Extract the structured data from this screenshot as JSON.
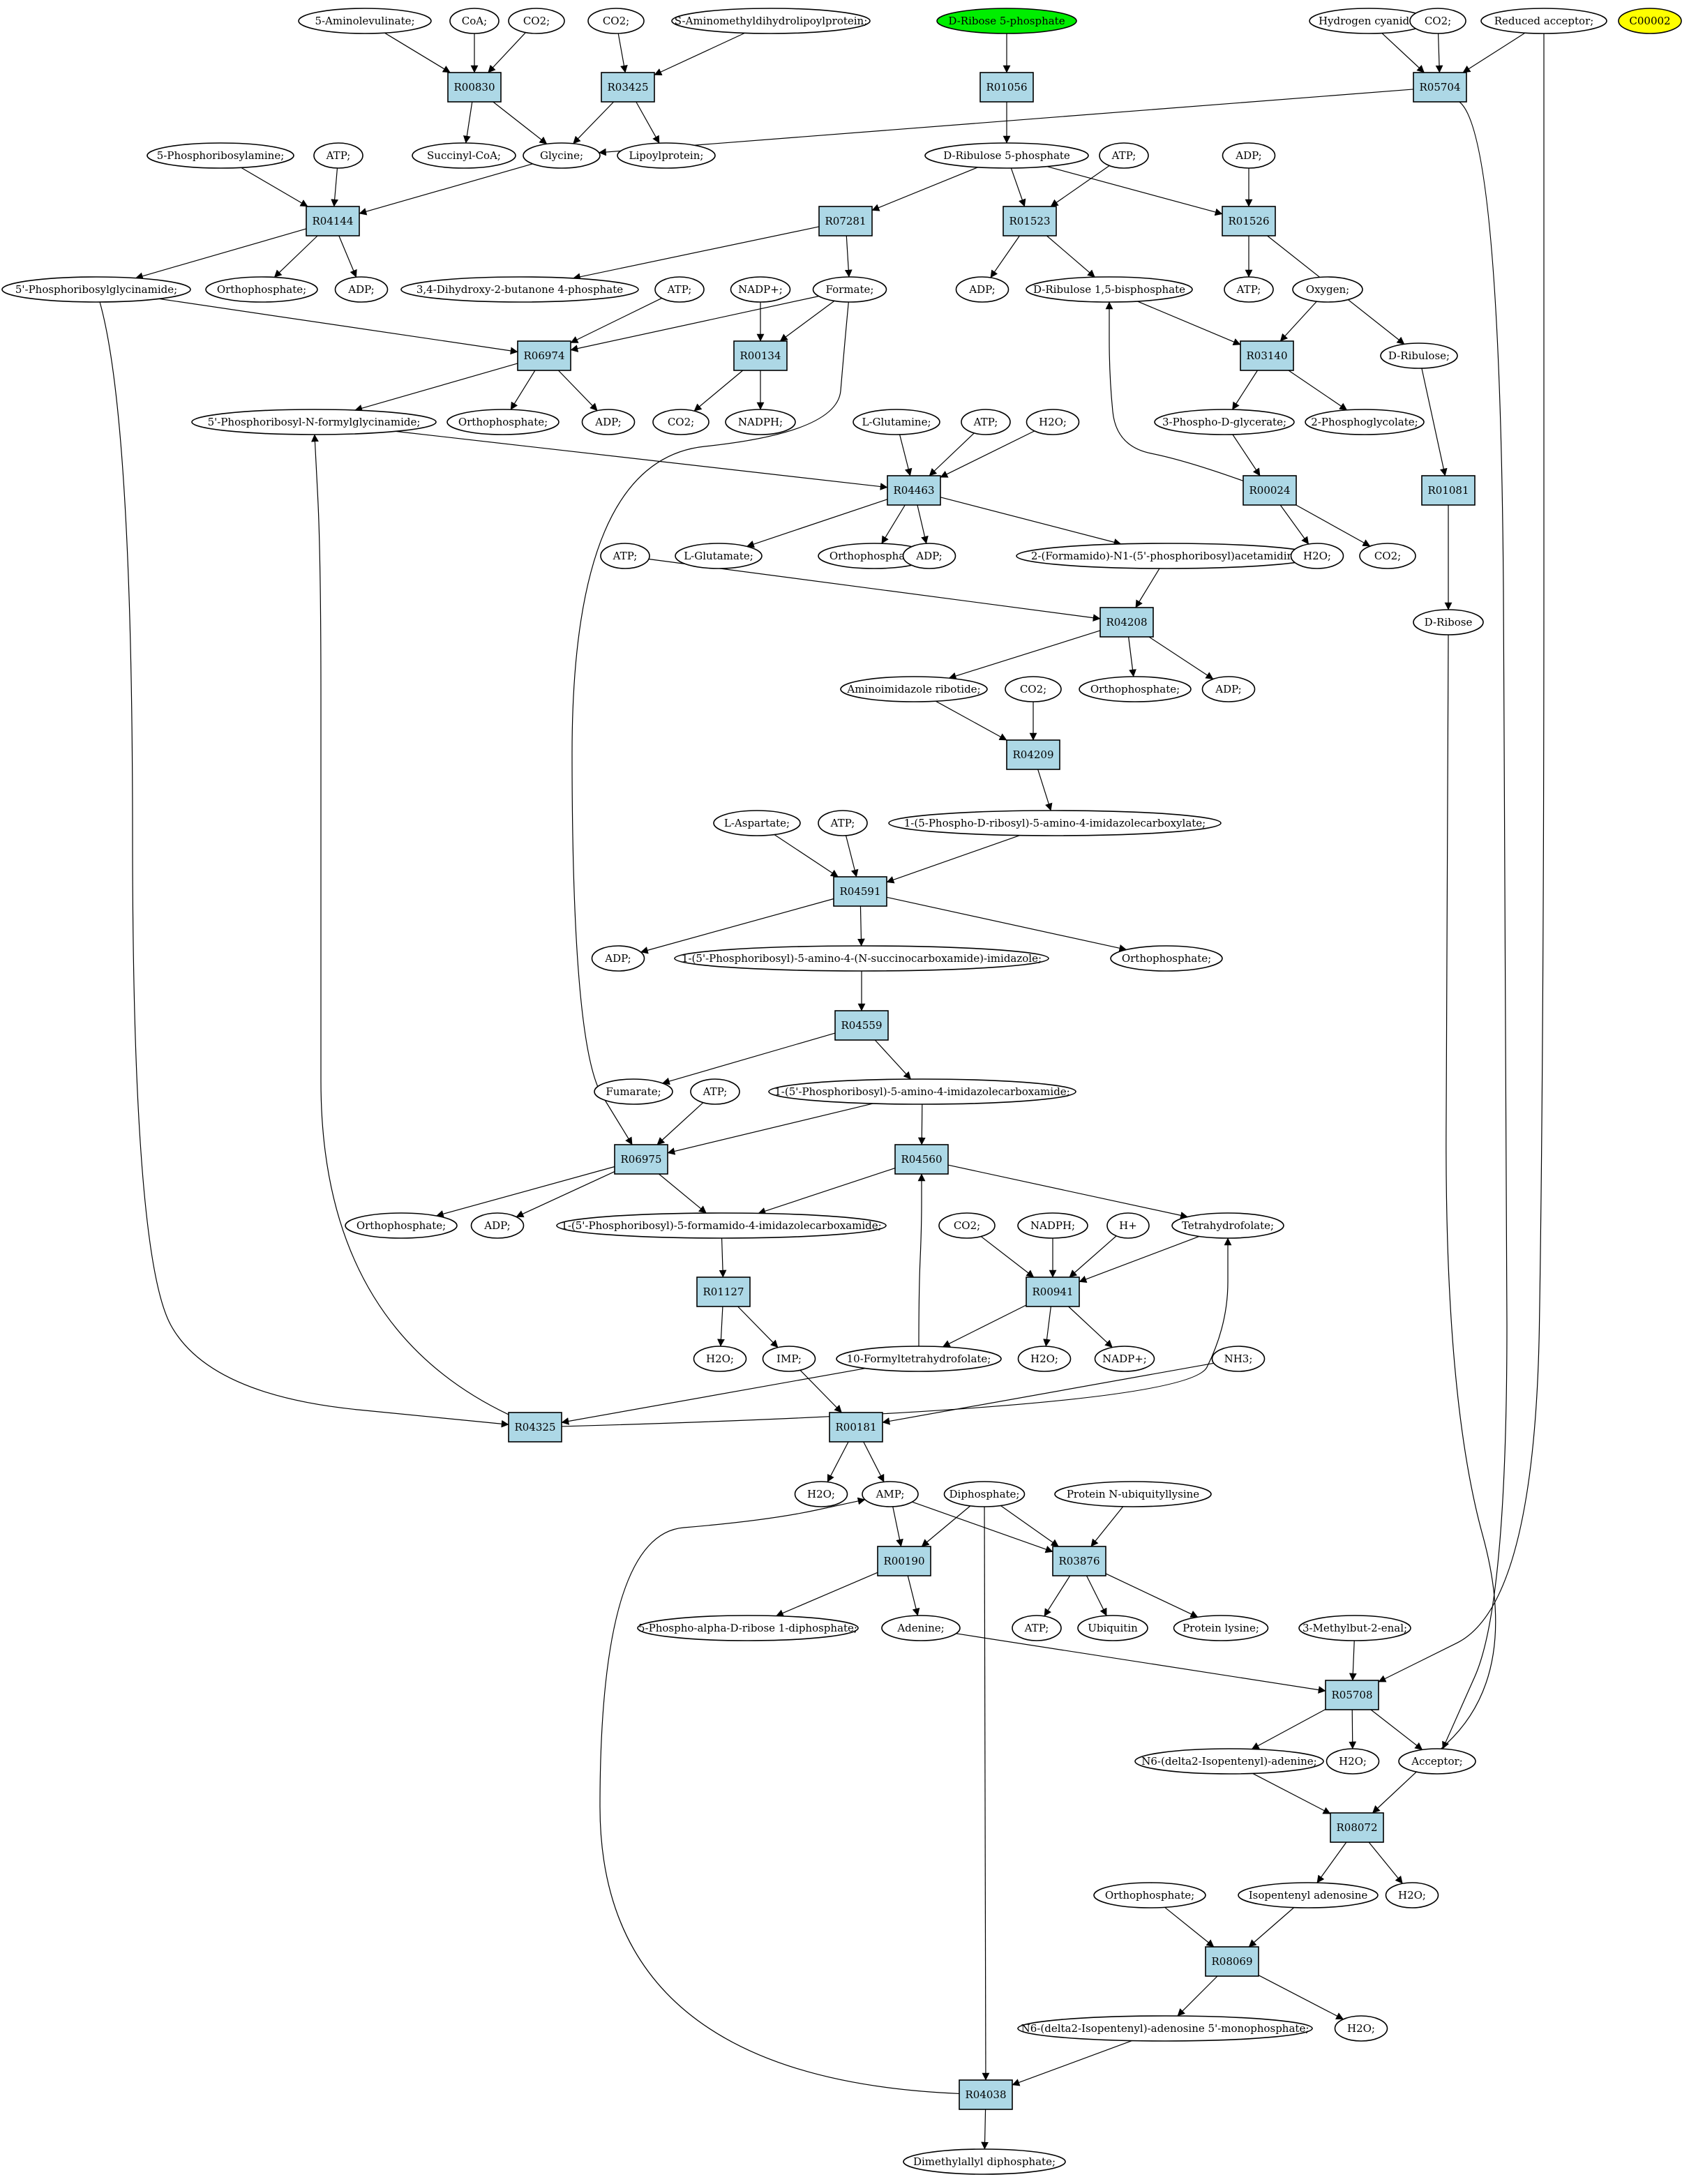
{
  "nodes": {
    "n_5_aminolevulinate": {
      "label": "5-Aminolevulinate;",
      "kind": "metabolite"
    },
    "n_coa": {
      "label": "CoA;",
      "kind": "metabolite"
    },
    "n_co2_a": {
      "label": "CO2;",
      "kind": "metabolite"
    },
    "n_co2_b": {
      "label": "CO2;",
      "kind": "metabolite"
    },
    "n_s_aminomethyl": {
      "label": "S-Aminomethyldihydrolipoylprotein;",
      "kind": "metabolite"
    },
    "n_d_ribose_5p": {
      "label": "D-Ribose 5-phosphate",
      "kind": "metabolite",
      "fill": "#00ee00"
    },
    "n_hcn": {
      "label": "Hydrogen cyanide;",
      "kind": "metabolite"
    },
    "n_co2_c": {
      "label": "CO2;",
      "kind": "metabolite"
    },
    "n_reduced_acceptor": {
      "label": "Reduced acceptor;",
      "kind": "metabolite"
    },
    "n_c00002": {
      "label": "C00002",
      "kind": "metabolite",
      "fill": "#ffff00"
    },
    "R00830": {
      "label": "R00830",
      "kind": "reaction"
    },
    "R03425": {
      "label": "R03425",
      "kind": "reaction"
    },
    "R01056": {
      "label": "R01056",
      "kind": "reaction"
    },
    "R05704": {
      "label": "R05704",
      "kind": "reaction"
    },
    "n_5_phosphoribosylamine": {
      "label": "5-Phosphoribosylamine;",
      "kind": "metabolite"
    },
    "n_atp_1": {
      "label": "ATP;",
      "kind": "metabolite"
    },
    "n_succinyl_coa": {
      "label": "Succinyl-CoA;",
      "kind": "metabolite"
    },
    "n_glycine": {
      "label": "Glycine;",
      "kind": "metabolite"
    },
    "n_lipoylprotein": {
      "label": "Lipoylprotein;",
      "kind": "metabolite"
    },
    "n_d_ribulose_5p": {
      "label": "D-Ribulose 5-phosphate",
      "kind": "metabolite"
    },
    "n_atp_2": {
      "label": "ATP;",
      "kind": "metabolite"
    },
    "n_adp_1": {
      "label": "ADP;",
      "kind": "metabolite"
    },
    "R04144": {
      "label": "R04144",
      "kind": "reaction"
    },
    "R07281": {
      "label": "R07281",
      "kind": "reaction"
    },
    "R01523": {
      "label": "R01523",
      "kind": "reaction"
    },
    "R01526": {
      "label": "R01526",
      "kind": "reaction"
    },
    "n_5p_glycinamide": {
      "label": "5'-Phosphoribosylglycinamide;",
      "kind": "metabolite"
    },
    "n_orthophosphate_1": {
      "label": "Orthophosphate;",
      "kind": "metabolite"
    },
    "n_adp_2": {
      "label": "ADP;",
      "kind": "metabolite"
    },
    "n_dhbp": {
      "label": "3,4-Dihydroxy-2-butanone 4-phosphate",
      "kind": "metabolite"
    },
    "n_atp_3": {
      "label": "ATP;",
      "kind": "metabolite"
    },
    "n_nadp_1": {
      "label": "NADP+;",
      "kind": "metabolite"
    },
    "n_formate": {
      "label": "Formate;",
      "kind": "metabolite"
    },
    "n_adp_3": {
      "label": "ADP;",
      "kind": "metabolite"
    },
    "n_d_ribulose_15bp": {
      "label": "D-Ribulose 1,5-bisphosphate",
      "kind": "metabolite"
    },
    "n_oxygen": {
      "label": "Oxygen;",
      "kind": "metabolite"
    },
    "n_atp_4": {
      "label": "ATP;",
      "kind": "metabolite"
    },
    "R06974": {
      "label": "R06974",
      "kind": "reaction"
    },
    "R00134": {
      "label": "R00134",
      "kind": "reaction"
    },
    "R03140": {
      "label": "R03140",
      "kind": "reaction"
    },
    "n_d_ribulose": {
      "label": "D-Ribulose;",
      "kind": "metabolite"
    },
    "n_fgar": {
      "label": "5'-Phosphoribosyl-N-formylglycinamide;",
      "kind": "metabolite"
    },
    "n_orthophosphate_2": {
      "label": "Orthophosphate;",
      "kind": "metabolite"
    },
    "n_adp_4": {
      "label": "ADP;",
      "kind": "metabolite"
    },
    "n_co2_d": {
      "label": "CO2;",
      "kind": "metabolite"
    },
    "n_nadph_1": {
      "label": "NADPH;",
      "kind": "metabolite"
    },
    "n_3pg": {
      "label": "3-Phospho-D-glycerate;",
      "kind": "metabolite"
    },
    "n_2pglycolate": {
      "label": "2-Phosphoglycolate;",
      "kind": "metabolite"
    },
    "n_l_glutamine": {
      "label": "L-Glutamine;",
      "kind": "metabolite"
    },
    "n_atp_5": {
      "label": "ATP;",
      "kind": "metabolite"
    },
    "n_h2o_1": {
      "label": "H2O;",
      "kind": "metabolite"
    },
    "R04463": {
      "label": "R04463",
      "kind": "reaction"
    },
    "R00024": {
      "label": "R00024",
      "kind": "reaction"
    },
    "R01081": {
      "label": "R01081",
      "kind": "reaction"
    },
    "n_atp_6": {
      "label": "ATP;",
      "kind": "metabolite"
    },
    "n_l_glutamate": {
      "label": "L-Glutamate;",
      "kind": "metabolite"
    },
    "n_orthophosphate_3": {
      "label": "Orthophosphate;",
      "kind": "metabolite"
    },
    "n_adp_5": {
      "label": "ADP;",
      "kind": "metabolite"
    },
    "n_fgam": {
      "label": "2-(Formamido)-N1-(5'-phosphoribosyl)acetamidine;",
      "kind": "metabolite"
    },
    "n_h2o_2": {
      "label": "H2O;",
      "kind": "metabolite"
    },
    "n_co2_e": {
      "label": "CO2;",
      "kind": "metabolite"
    },
    "n_d_ribose": {
      "label": "D-Ribose",
      "kind": "metabolite"
    },
    "R04208": {
      "label": "R04208",
      "kind": "reaction"
    },
    "n_air": {
      "label": "Aminoimidazole ribotide;",
      "kind": "metabolite"
    },
    "n_co2_f": {
      "label": "CO2;",
      "kind": "metabolite"
    },
    "n_orthophosphate_4": {
      "label": "Orthophosphate;",
      "kind": "metabolite"
    },
    "n_adp_6": {
      "label": "ADP;",
      "kind": "metabolite"
    },
    "R04209": {
      "label": "R04209",
      "kind": "reaction"
    },
    "n_cair": {
      "label": "1-(5-Phospho-D-ribosyl)-5-amino-4-imidazolecarboxylate;",
      "kind": "metabolite"
    },
    "n_l_aspartate": {
      "label": "L-Aspartate;",
      "kind": "metabolite"
    },
    "n_atp_7": {
      "label": "ATP;",
      "kind": "metabolite"
    },
    "R04591": {
      "label": "R04591",
      "kind": "reaction"
    },
    "n_adp_7": {
      "label": "ADP;",
      "kind": "metabolite"
    },
    "n_saicar": {
      "label": "1-(5'-Phosphoribosyl)-5-amino-4-(N-succinocarboxamide)-imidazole;",
      "kind": "metabolite"
    },
    "n_orthophosphate_5": {
      "label": "Orthophosphate;",
      "kind": "metabolite"
    },
    "R04559": {
      "label": "R04559",
      "kind": "reaction"
    },
    "n_fumarate": {
      "label": "Fumarate;",
      "kind": "metabolite"
    },
    "n_atp_8": {
      "label": "ATP;",
      "kind": "metabolite"
    },
    "n_aicar": {
      "label": "1-(5'-Phosphoribosyl)-5-amino-4-imidazolecarboxamide;",
      "kind": "metabolite"
    },
    "R06975": {
      "label": "R06975",
      "kind": "reaction"
    },
    "R04560": {
      "label": "R04560",
      "kind": "reaction"
    },
    "n_orthophosphate_6": {
      "label": "Orthophosphate;",
      "kind": "metabolite"
    },
    "n_adp_8": {
      "label": "ADP;",
      "kind": "metabolite"
    },
    "n_faicar": {
      "label": "1-(5'-Phosphoribosyl)-5-formamido-4-imidazolecarboxamide;",
      "kind": "metabolite"
    },
    "n_thf": {
      "label": "Tetrahydrofolate;",
      "kind": "metabolite"
    },
    "n_co2_g": {
      "label": "CO2;",
      "kind": "metabolite"
    },
    "n_nadph_2": {
      "label": "NADPH;",
      "kind": "metabolite"
    },
    "n_hplus": {
      "label": "H+",
      "kind": "metabolite"
    },
    "R01127": {
      "label": "R01127",
      "kind": "reaction"
    },
    "R00941": {
      "label": "R00941",
      "kind": "reaction"
    },
    "n_h2o_3": {
      "label": "H2O;",
      "kind": "metabolite"
    },
    "n_imp": {
      "label": "IMP;",
      "kind": "metabolite"
    },
    "n_10_formyl_thf": {
      "label": "10-Formyltetrahydrofolate;",
      "kind": "metabolite"
    },
    "n_h2o_4": {
      "label": "H2O;",
      "kind": "metabolite"
    },
    "n_nadp_2": {
      "label": "NADP+;",
      "kind": "metabolite"
    },
    "n_nh3": {
      "label": "NH3;",
      "kind": "metabolite"
    },
    "R04325": {
      "label": "R04325",
      "kind": "reaction"
    },
    "R00181": {
      "label": "R00181",
      "kind": "reaction"
    },
    "n_h2o_5": {
      "label": "H2O;",
      "kind": "metabolite"
    },
    "n_amp": {
      "label": "AMP;",
      "kind": "metabolite"
    },
    "n_diphosphate": {
      "label": "Diphosphate;",
      "kind": "metabolite"
    },
    "n_protein_ub_lys": {
      "label": "Protein N-ubiquityllysine",
      "kind": "metabolite"
    },
    "R00190": {
      "label": "R00190",
      "kind": "reaction"
    },
    "R03876": {
      "label": "R03876",
      "kind": "reaction"
    },
    "n_prpp": {
      "label": "5-Phospho-alpha-D-ribose 1-diphosphate;",
      "kind": "metabolite"
    },
    "n_adenine": {
      "label": "Adenine;",
      "kind": "metabolite"
    },
    "n_atp_9": {
      "label": "ATP;",
      "kind": "metabolite"
    },
    "n_ubiquitin": {
      "label": "Ubiquitin",
      "kind": "metabolite"
    },
    "n_protein_lysine": {
      "label": "Protein lysine;",
      "kind": "metabolite"
    },
    "n_3_methylbut_2_enal": {
      "label": "3-Methylbut-2-enal;",
      "kind": "metabolite"
    },
    "R05708": {
      "label": "R05708",
      "kind": "reaction"
    },
    "n_n6_isopentenyl_adenine": {
      "label": "N6-(delta2-Isopentenyl)-adenine;",
      "kind": "metabolite"
    },
    "n_h2o_6": {
      "label": "H2O;",
      "kind": "metabolite"
    },
    "n_acceptor": {
      "label": "Acceptor;",
      "kind": "metabolite"
    },
    "R08072": {
      "label": "R08072",
      "kind": "reaction"
    },
    "n_orthophosphate_7": {
      "label": "Orthophosphate;",
      "kind": "metabolite"
    },
    "n_isopentenyl_adenosine": {
      "label": "Isopentenyl adenosine",
      "kind": "metabolite"
    },
    "n_h2o_7": {
      "label": "H2O;",
      "kind": "metabolite"
    },
    "R08069": {
      "label": "R08069",
      "kind": "reaction"
    },
    "n_ipamp": {
      "label": "N6-(delta2-Isopentenyl)-adenosine 5'-monophosphate;",
      "kind": "metabolite"
    },
    "n_h2o_8": {
      "label": "H2O;",
      "kind": "metabolite"
    },
    "R04038": {
      "label": "R04038",
      "kind": "reaction"
    },
    "n_dmapp": {
      "label": "Dimethylallyl diphosphate;",
      "kind": "metabolite"
    }
  },
  "edges": [
    [
      "n_5_aminolevulinate",
      "R00830"
    ],
    [
      "n_coa",
      "R00830"
    ],
    [
      "n_co2_a",
      "R00830"
    ],
    [
      "R00830",
      "n_succinyl_coa"
    ],
    [
      "R00830",
      "n_glycine"
    ],
    [
      "n_co2_b",
      "R03425"
    ],
    [
      "n_s_aminomethyl",
      "R03425"
    ],
    [
      "R03425",
      "n_glycine"
    ],
    [
      "R03425",
      "n_lipoylprotein"
    ],
    [
      "n_d_ribose_5p",
      "R01056"
    ],
    [
      "R01056",
      "n_d_ribulose_5p"
    ],
    [
      "n_hcn",
      "R05704"
    ],
    [
      "n_co2_c",
      "R05704"
    ],
    [
      "n_reduced_acceptor",
      "R05704"
    ],
    [
      "R05704",
      "n_glycine"
    ],
    [
      "R05704",
      "n_acceptor"
    ],
    [
      "n_reduced_acceptor",
      "R05708"
    ],
    [
      "n_5_phosphoribosylamine",
      "R04144"
    ],
    [
      "n_atp_1",
      "R04144"
    ],
    [
      "n_glycine",
      "R04144"
    ],
    [
      "R04144",
      "n_5p_glycinamide"
    ],
    [
      "R04144",
      "n_orthophosphate_1"
    ],
    [
      "R04144",
      "n_adp_2"
    ],
    [
      "n_d_ribulose_5p",
      "R07281"
    ],
    [
      "n_d_ribulose_5p",
      "R01523"
    ],
    [
      "n_d_ribulose_5p",
      "R01526"
    ],
    [
      "n_atp_2",
      "R01523"
    ],
    [
      "n_adp_1",
      "R01526"
    ],
    [
      "R07281",
      "n_dhbp"
    ],
    [
      "R07281",
      "n_formate"
    ],
    [
      "R01523",
      "n_adp_3"
    ],
    [
      "R01523",
      "n_d_ribulose_15bp"
    ],
    [
      "R01526",
      "n_atp_4"
    ],
    [
      "R01526",
      "n_d_ribulose"
    ],
    [
      "n_5p_glycinamide",
      "R06974"
    ],
    [
      "n_atp_3",
      "R06974"
    ],
    [
      "n_formate",
      "R06974"
    ],
    [
      "n_nadp_1",
      "R00134"
    ],
    [
      "n_formate",
      "R00134"
    ],
    [
      "R06974",
      "n_fgar"
    ],
    [
      "R06974",
      "n_orthophosphate_2"
    ],
    [
      "R06974",
      "n_adp_4"
    ],
    [
      "R00134",
      "n_co2_d"
    ],
    [
      "R00134",
      "n_nadph_1"
    ],
    [
      "n_d_ribulose_15bp",
      "R03140"
    ],
    [
      "n_oxygen",
      "R03140"
    ],
    [
      "R03140",
      "n_3pg"
    ],
    [
      "R03140",
      "n_2pglycolate"
    ],
    [
      "n_3pg",
      "R00024"
    ],
    [
      "R00024",
      "n_d_ribulose_15bp"
    ],
    [
      "R00024",
      "n_h2o_2"
    ],
    [
      "R00024",
      "n_co2_e"
    ],
    [
      "n_d_ribulose",
      "R01081"
    ],
    [
      "R01081",
      "n_d_ribose"
    ],
    [
      "n_fgar",
      "R04463"
    ],
    [
      "n_l_glutamine",
      "R04463"
    ],
    [
      "n_atp_5",
      "R04463"
    ],
    [
      "n_h2o_1",
      "R04463"
    ],
    [
      "R04463",
      "n_l_glutamate"
    ],
    [
      "R04463",
      "n_orthophosphate_3"
    ],
    [
      "R04463",
      "n_adp_5"
    ],
    [
      "R04463",
      "n_fgam"
    ],
    [
      "n_atp_6",
      "R04208"
    ],
    [
      "n_fgam",
      "R04208"
    ],
    [
      "R04208",
      "n_air"
    ],
    [
      "R04208",
      "n_orthophosphate_4"
    ],
    [
      "R04208",
      "n_adp_6"
    ],
    [
      "n_air",
      "R04209"
    ],
    [
      "n_co2_f",
      "R04209"
    ],
    [
      "R04209",
      "n_cair"
    ],
    [
      "n_l_aspartate",
      "R04591"
    ],
    [
      "n_atp_7",
      "R04591"
    ],
    [
      "n_cair",
      "R04591"
    ],
    [
      "R04591",
      "n_adp_7"
    ],
    [
      "R04591",
      "n_saicar"
    ],
    [
      "R04591",
      "n_orthophosphate_5"
    ],
    [
      "n_saicar",
      "R04559"
    ],
    [
      "R04559",
      "n_fumarate"
    ],
    [
      "R04559",
      "n_aicar"
    ],
    [
      "n_atp_8",
      "R06975"
    ],
    [
      "n_aicar",
      "R06975"
    ],
    [
      "n_formate",
      "R06975"
    ],
    [
      "R06975",
      "n_orthophosphate_6"
    ],
    [
      "R06975",
      "n_adp_8"
    ],
    [
      "R06975",
      "n_faicar"
    ],
    [
      "n_aicar",
      "R04560"
    ],
    [
      "n_10_formyl_thf",
      "R04560"
    ],
    [
      "R04560",
      "n_faicar"
    ],
    [
      "R04560",
      "n_thf"
    ],
    [
      "n_co2_g",
      "R00941"
    ],
    [
      "n_nadph_2",
      "R00941"
    ],
    [
      "n_hplus",
      "R00941"
    ],
    [
      "n_thf",
      "R00941"
    ],
    [
      "R00941",
      "n_10_formyl_thf"
    ],
    [
      "R00941",
      "n_h2o_4"
    ],
    [
      "R00941",
      "n_nadp_2"
    ],
    [
      "n_faicar",
      "R01127"
    ],
    [
      "R01127",
      "n_h2o_3"
    ],
    [
      "R01127",
      "n_imp"
    ],
    [
      "n_5p_glycinamide",
      "R04325"
    ],
    [
      "n_10_formyl_thf",
      "R04325"
    ],
    [
      "R04325",
      "n_fgar"
    ],
    [
      "R04325",
      "n_thf"
    ],
    [
      "n_imp",
      "R00181"
    ],
    [
      "n_nh3",
      "R00181"
    ],
    [
      "R00181",
      "n_h2o_5"
    ],
    [
      "R00181",
      "n_amp"
    ],
    [
      "n_amp",
      "R00190"
    ],
    [
      "n_diphosphate",
      "R00190"
    ],
    [
      "R00190",
      "n_prpp"
    ],
    [
      "R00190",
      "n_adenine"
    ],
    [
      "n_amp",
      "R03876"
    ],
    [
      "n_diphosphate",
      "R03876"
    ],
    [
      "n_protein_ub_lys",
      "R03876"
    ],
    [
      "R03876",
      "n_atp_9"
    ],
    [
      "R03876",
      "n_ubiquitin"
    ],
    [
      "R03876",
      "n_protein_lysine"
    ],
    [
      "n_adenine",
      "R05708"
    ],
    [
      "n_3_methylbut_2_enal",
      "R05708"
    ],
    [
      "R05708",
      "n_n6_isopentenyl_adenine"
    ],
    [
      "R05708",
      "n_h2o_6"
    ],
    [
      "R05708",
      "n_acceptor"
    ],
    [
      "n_n6_isopentenyl_adenine",
      "R08072"
    ],
    [
      "n_d_ribose",
      "R08072"
    ],
    [
      "R08072",
      "n_isopentenyl_adenosine"
    ],
    [
      "R08072",
      "n_h2o_7"
    ],
    [
      "n_orthophosphate_7",
      "R08069"
    ],
    [
      "n_isopentenyl_adenosine",
      "R08069"
    ],
    [
      "R08069",
      "n_ipamp"
    ],
    [
      "R08069",
      "n_h2o_8"
    ],
    [
      "n_ipamp",
      "R04038"
    ],
    [
      "n_diphosphate",
      "R04038"
    ],
    [
      "R04038",
      "n_amp"
    ],
    [
      "R04038",
      "n_dmapp"
    ]
  ]
}
